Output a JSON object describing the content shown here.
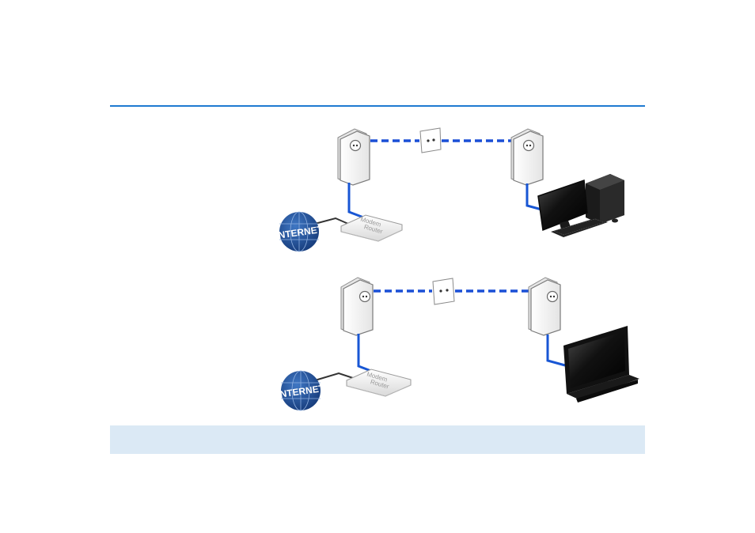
{
  "colors": {
    "accent": "#1f7ad1",
    "link": "#1a4fd6",
    "cable": "#1856d4",
    "globe": "#1f4f9c",
    "note_background": "#dbe9f5"
  },
  "scenarios": [
    {
      "internet_label": "INTERNET",
      "router_label_line1": "Modem",
      "router_label_line2": "Router",
      "end_device": "desktop-computer"
    },
    {
      "internet_label": "INTERNET",
      "router_label_line1": "Modem",
      "router_label_line2": "Router",
      "end_device": "flat-screen-tv"
    }
  ]
}
